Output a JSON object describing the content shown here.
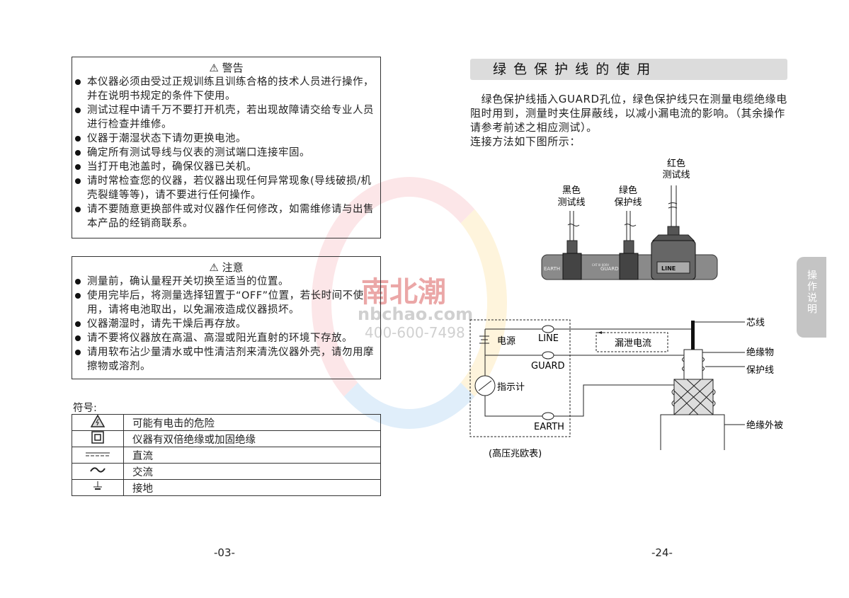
{
  "left_page": {
    "warning": {
      "title": "⚠ 警告",
      "items": [
        "本仪器必须由受过正规训练且训练合格的技术人员进行操作，并在说明书规定的条件下使用。",
        "测试过程中请千万不要打开机壳，若出现故障请交给专业人员进行检查并维修。",
        "仪器于潮湿状态下请勿更换电池。",
        "确定所有测试导线与仪表的测试端口连接牢固。",
        "当打开电池盖时，确保仪器已关机。",
        "请时常检查您的仪器，若仪器出现任何异常现象(导线破损/机壳裂缝等等)，请不要进行任何操作。",
        "请不要随意更换部件或对仪器作任何修改，如需维修请与出售本产品的经销商联系。"
      ]
    },
    "caution": {
      "title": "⚠ 注意",
      "items": [
        "测量前，确认量程开关切换至适当的位置。",
        "使用完毕后，将测量选择钮置于“OFF”位置，若长时间不使用，请将电池取出，以免漏液造成仪器损坏。",
        "仪器潮湿时，请先干燥后再存放。",
        "请不要将仪器放在高温、高湿或阳光直射的环境下存放。",
        "请用软布沾少量清水或中性清洁剂来清洗仪器外壳，请勿用摩擦物或溶剂。"
      ]
    },
    "symbols_label": "符号:",
    "symbols": [
      {
        "icon": "shock-hazard-icon",
        "text": "可能有电击的危险"
      },
      {
        "icon": "double-insulation-icon",
        "text": "仪器有双倍绝缘或加固绝缘"
      },
      {
        "icon": "dc-icon",
        "text": "直流"
      },
      {
        "icon": "ac-icon",
        "text": "交流"
      },
      {
        "icon": "ground-icon",
        "text": "接地"
      }
    ],
    "page_number": "-03-"
  },
  "right_page": {
    "title": "绿 色 保 护 线 的 使 用",
    "paragraph": "　绿色保护线插入GUARD孔位，绿色保护线只在测量电缆绝缘电阻时用到，测量时夹住屏蔽线，以减小漏电流的影响。（其余操作请参考前述之相应测试）。",
    "connect_label": "连接方法如下图所示：",
    "device": {
      "red_lead": [
        "红色",
        "测试线"
      ],
      "black_lead": [
        "黑色",
        "测试线"
      ],
      "green_lead": [
        "绿色",
        "保护线"
      ],
      "earth": "EARTH",
      "guard": "GUARD",
      "line": "LINE",
      "cat": "CAT III 600V"
    },
    "circuit": {
      "power": "电源",
      "meter": "指示计",
      "line": "LINE",
      "guard": "GUARD",
      "earth": "EARTH",
      "leak": "漏泄电流",
      "caption": "(高压兆欧表)",
      "core": "芯线",
      "insulator": "绝缘物",
      "guard_wire": "保护线",
      "sheath": "绝缘外被"
    },
    "side_tab": "操作说明",
    "page_number": "-24-"
  },
  "watermark": {
    "name": "南北潮",
    "site": "nbchao.com",
    "phone": "400-600-7498"
  }
}
